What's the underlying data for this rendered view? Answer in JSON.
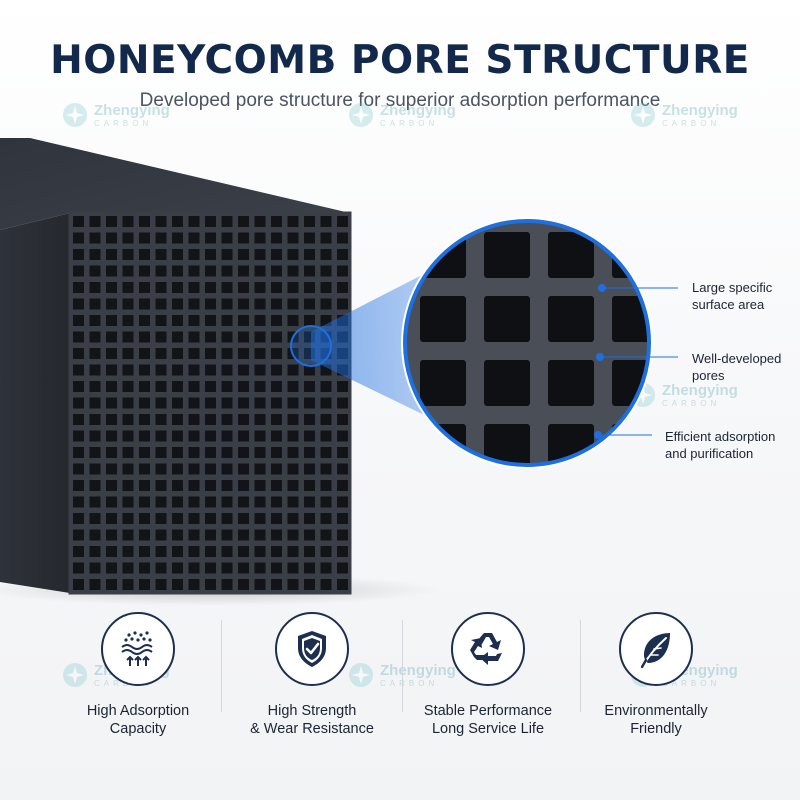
{
  "header": {
    "title": "HONEYCOMB PORE STRUCTURE",
    "subtitle": "Developed pore structure for superior adsorption performance"
  },
  "watermark": {
    "brand": "Zhengying",
    "sub": "CARBON"
  },
  "callouts": [
    {
      "line1": "Large specific",
      "line2": "surface area"
    },
    {
      "line1": "Well-developed",
      "line2": "pores"
    },
    {
      "line1": "Efficient adsorption",
      "line2": "and purification"
    }
  ],
  "features": [
    {
      "line1": "High Adsorption",
      "line2": "Capacity",
      "icon": "adsorption-icon"
    },
    {
      "line1": "High Strength",
      "line2": "& Wear Resistance",
      "icon": "shield-check-icon"
    },
    {
      "line1": "Stable Performance",
      "line2": "Long Service Life",
      "icon": "recycle-icon"
    },
    {
      "line1": "Environmentally",
      "line2": "Friendly",
      "icon": "leaf-icon"
    }
  ],
  "colors": {
    "title": "#13294b",
    "accent_blue": "#1e6fe0",
    "block": "#2a2e36",
    "icon_stroke": "#1d2f4e"
  }
}
